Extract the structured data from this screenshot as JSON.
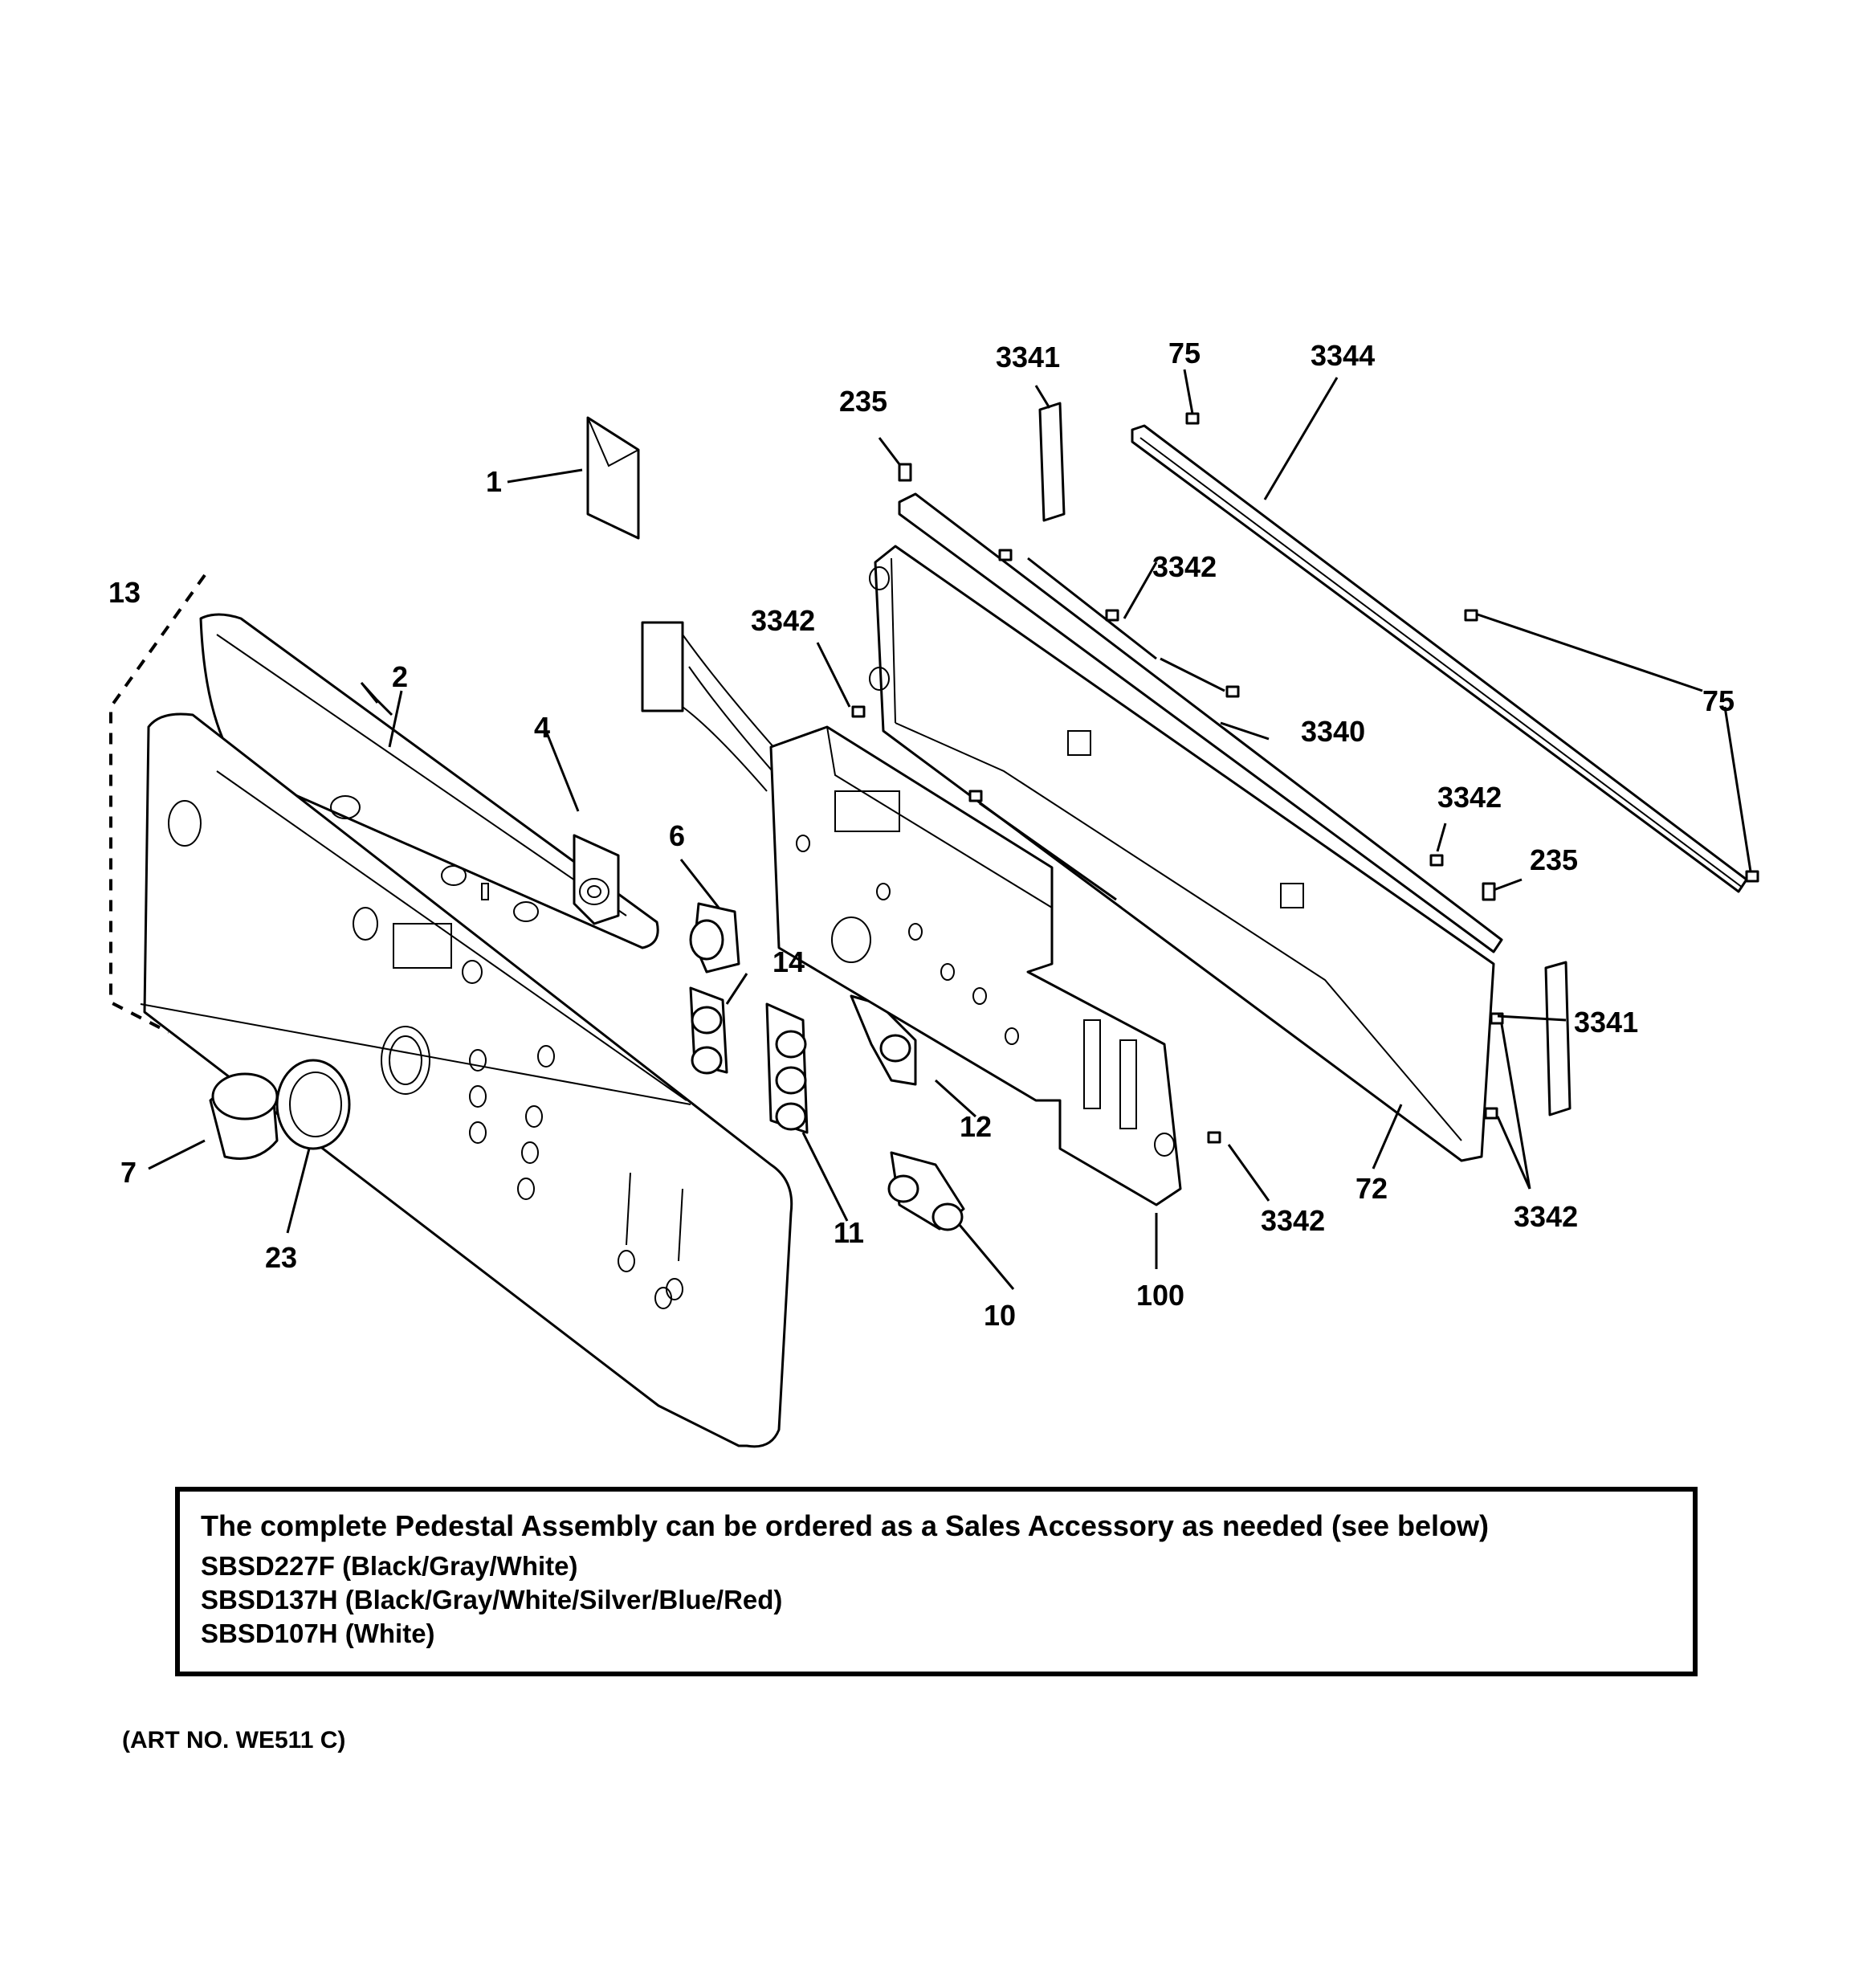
{
  "callouts": {
    "c1": "1",
    "c2": "2",
    "c4": "4",
    "c6": "6",
    "c7": "7",
    "c10": "10",
    "c11": "11",
    "c12": "12",
    "c13": "13",
    "c14": "14",
    "c23": "23",
    "c72": "72",
    "c75a": "75",
    "c75b": "75",
    "c100": "100",
    "c235a": "235",
    "c235b": "235",
    "c3340": "3340",
    "c3341a": "3341",
    "c3341b": "3341",
    "c3342a": "3342",
    "c3342b": "3342",
    "c3342c": "3342",
    "c3342d": "3342",
    "c3342e": "3342",
    "c3344": "3344"
  },
  "note": {
    "heading": "The complete Pedestal Assembly can be ordered as a Sales Accessory as needed (see below)",
    "models": [
      "SBSD227F (Black/Gray/White)",
      "SBSD137H (Black/Gray/White/Silver/Blue/Red)",
      "SBSD107H (White)"
    ]
  },
  "art_number": "(ART NO. WE511 C)"
}
